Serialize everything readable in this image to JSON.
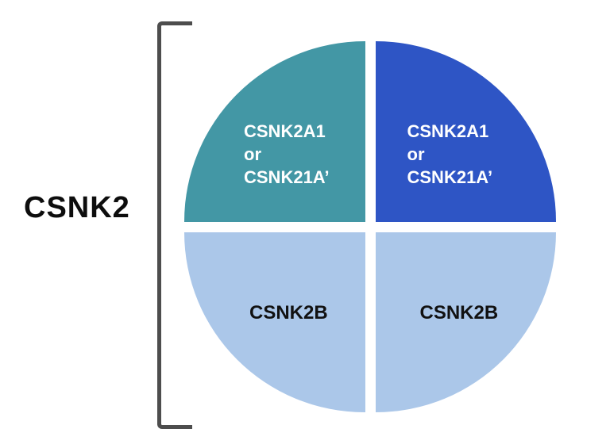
{
  "diagram": {
    "main_label": "CSNK2",
    "bracket_color": "#4d4d4d",
    "background_color": "#ffffff",
    "quadrants": {
      "top_left": {
        "lines": [
          "CSNK2A1",
          "or",
          "CSNK21A’"
        ],
        "color": "#4397a5",
        "text_color": "#ffffff"
      },
      "top_right": {
        "lines": [
          "CSNK2A1",
          "or",
          "CSNK21A’"
        ],
        "color": "#2e55c5",
        "text_color": "#ffffff"
      },
      "bottom_left": {
        "label": "CSNK2B",
        "color": "#abc7e9",
        "text_color": "#111111"
      },
      "bottom_right": {
        "label": "CSNK2B",
        "color": "#abc7e9",
        "text_color": "#111111"
      }
    }
  }
}
